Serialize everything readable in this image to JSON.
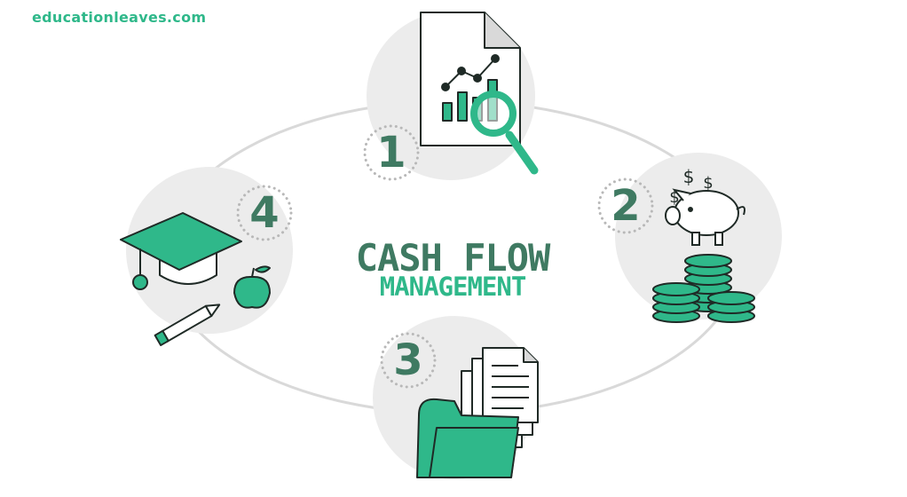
{
  "brand": {
    "site": "educationleaves.com"
  },
  "title": {
    "main": "CASH FLOW",
    "sub": "MANAGEMENT"
  },
  "steps": [
    {
      "number": "1",
      "icon": "report-magnifier-icon"
    },
    {
      "number": "2",
      "icon": "piggy-bank-coins-icon"
    },
    {
      "number": "3",
      "icon": "folder-documents-icon"
    },
    {
      "number": "4",
      "icon": "graduation-cap-apple-pencil-icon"
    }
  ],
  "colors": {
    "green": "#2fb88a",
    "dark_green": "#3f7a62",
    "outline": "#1f2a26",
    "circle": "#ececec",
    "ring": "#d9d9d9",
    "dots": "#b8b8b8"
  }
}
